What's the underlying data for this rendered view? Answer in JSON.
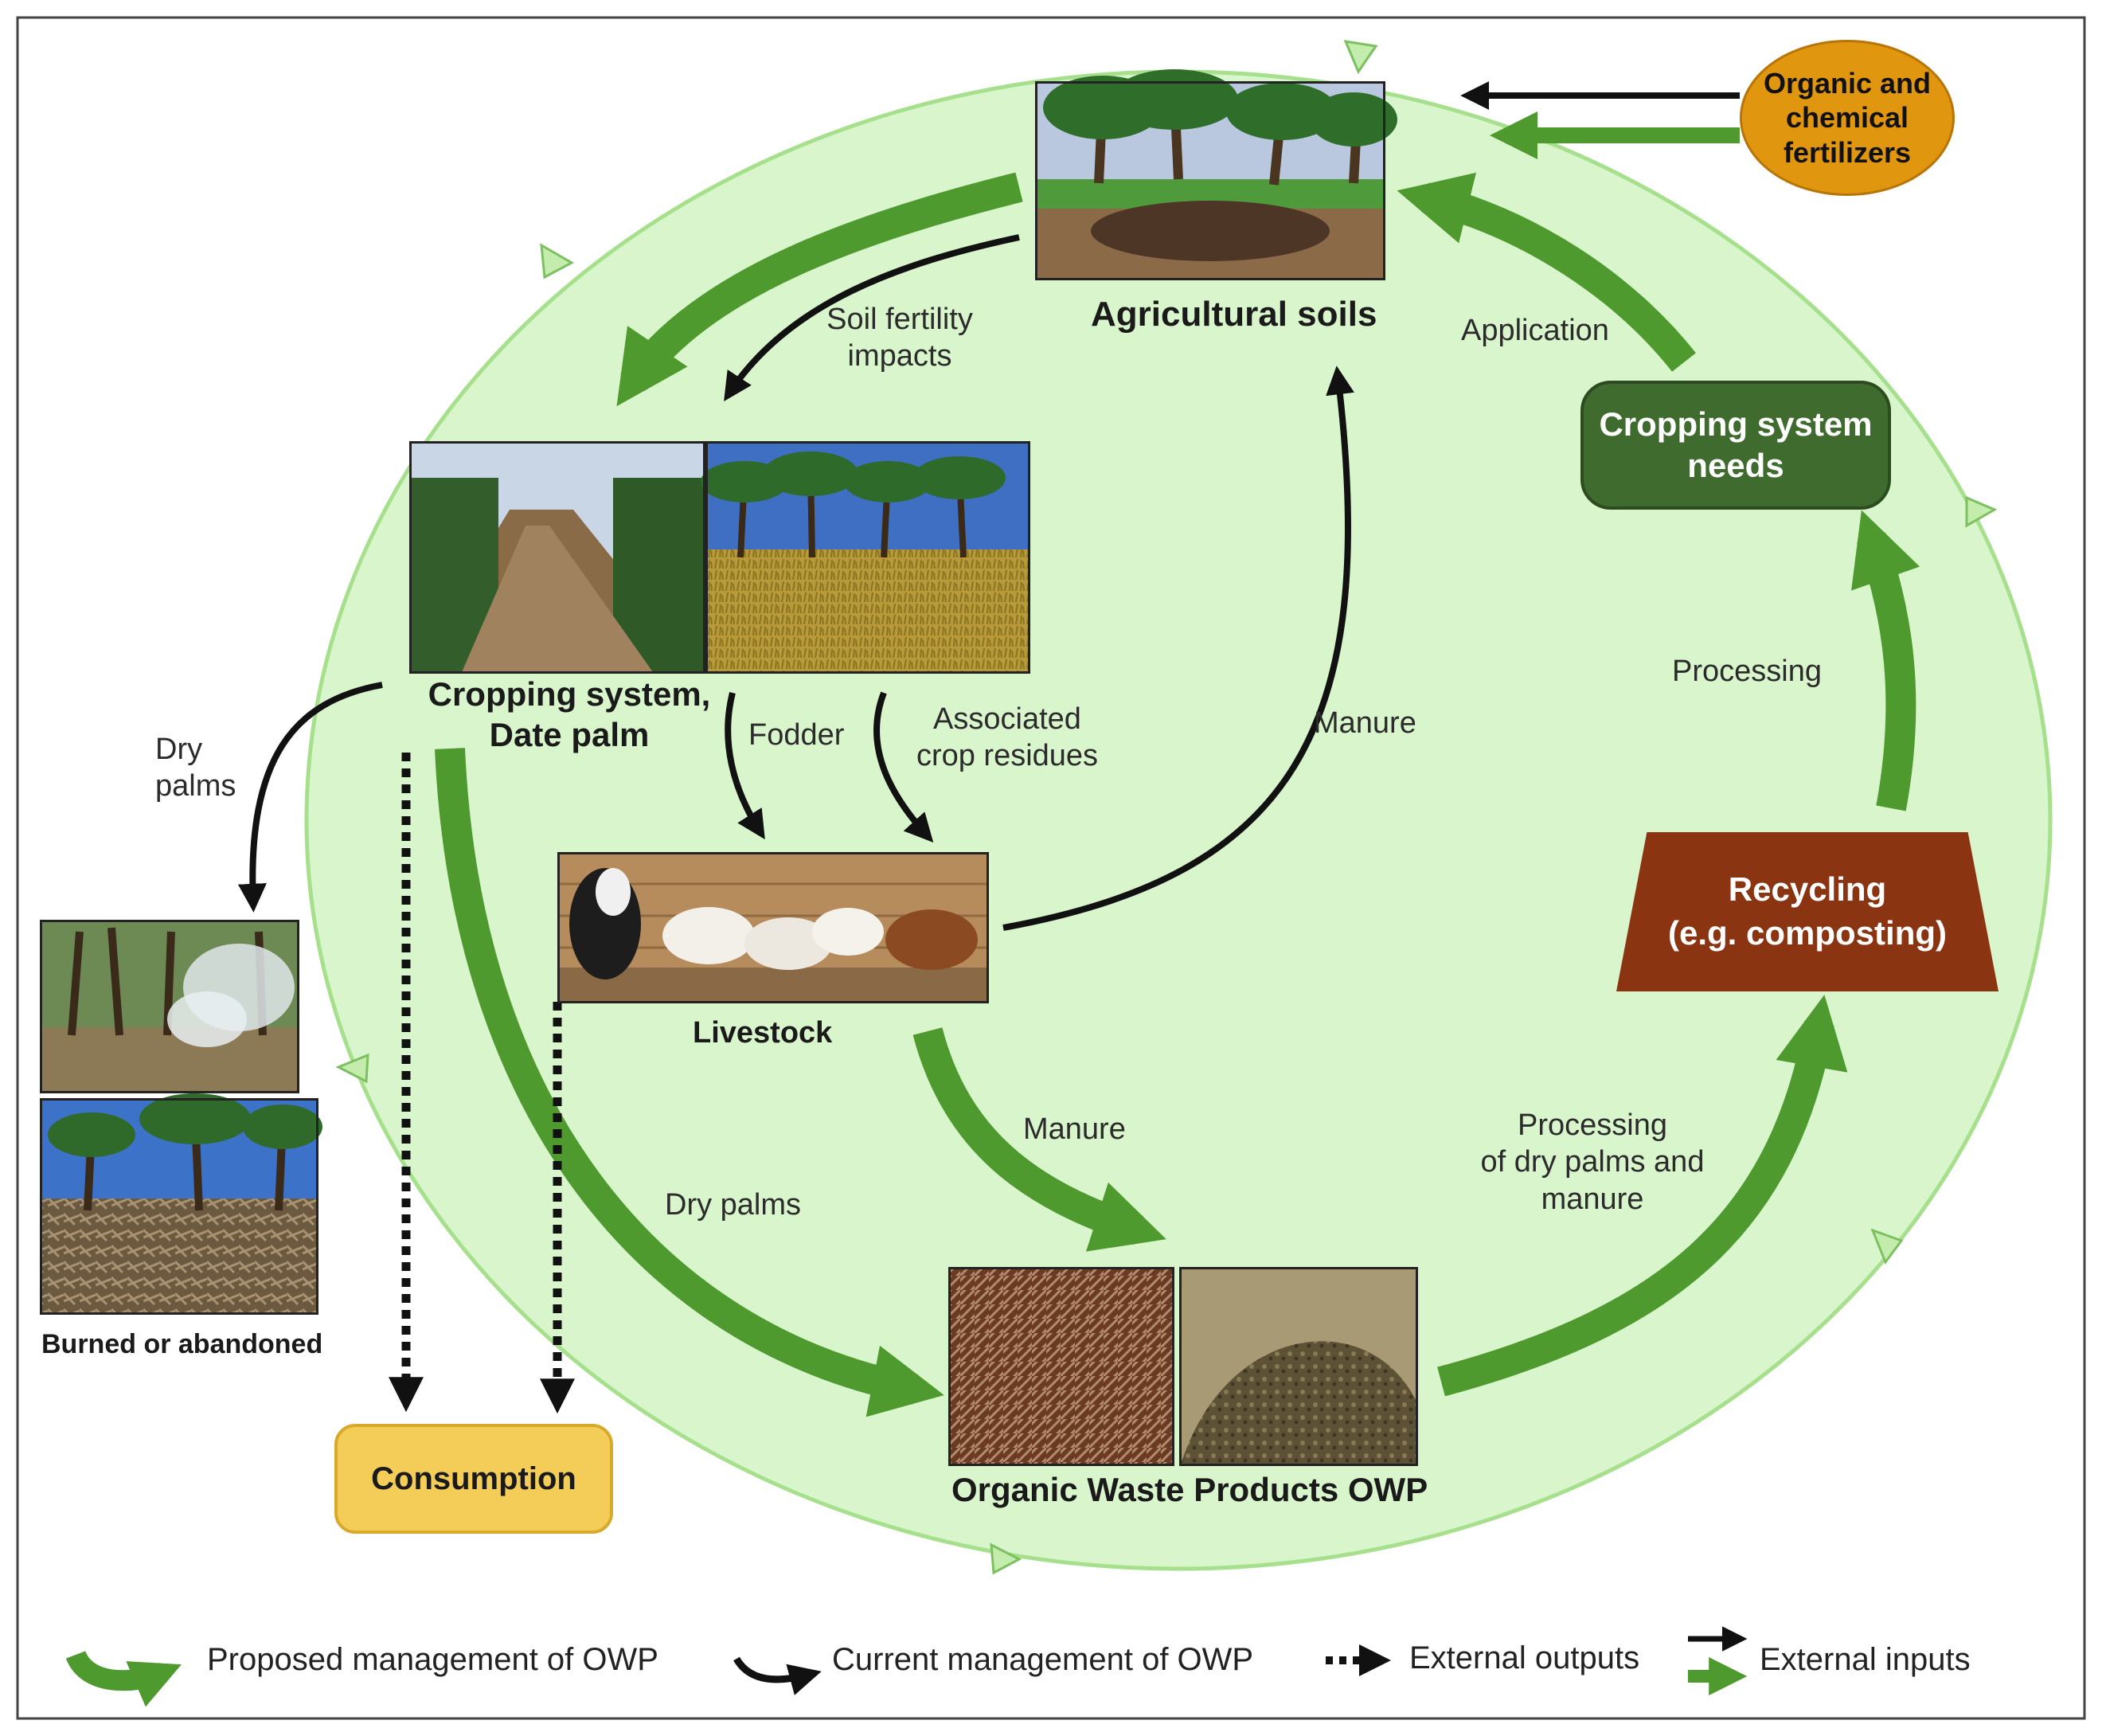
{
  "labels": {
    "agricultural_soils": "Agricultural soils",
    "soil_fertility_1": "Soil fertility",
    "soil_fertility_2": "impacts",
    "application": "Application",
    "cropping_needs_1": "Cropping system",
    "cropping_needs_2": "needs",
    "fertilizers_1": "Organic and",
    "fertilizers_2": "chemical",
    "fertilizers_3": "fertilizers",
    "cropping_date_1": "Cropping system,",
    "cropping_date_2": "Date palm",
    "dry_palms_left_1": "Dry",
    "dry_palms_left_2": "palms",
    "fodder": "Fodder",
    "associated_1": "Associated",
    "associated_2": "crop residues",
    "manure_up": "Manure",
    "processing": "Processing",
    "recycling_1": "Recycling",
    "recycling_2": "(e.g. composting)",
    "livestock": "Livestock",
    "burned": "Burned or abandoned",
    "manure_down": "Manure",
    "processing_dry_1": "Processing",
    "processing_dry_2": "of dry palms and",
    "processing_dry_3": "manure",
    "dry_palms_center": "Dry palms",
    "owp": "Organic Waste Products OWP",
    "consumption": "Consumption"
  },
  "legend": {
    "proposed": "Proposed management of OWP",
    "current": "Current management of OWP",
    "outputs": "External outputs",
    "inputs": "External inputs"
  },
  "colors": {
    "cycle_fill": "#d9f5cc",
    "cycle_edge": "#a6e08c",
    "green_arrow": "#4f9a2f",
    "needs_box": "#3f6b2e",
    "recycling_box": "#8b3412",
    "fertilizer_oval": "#e0960f",
    "consumption_box": "#f3cd58"
  }
}
